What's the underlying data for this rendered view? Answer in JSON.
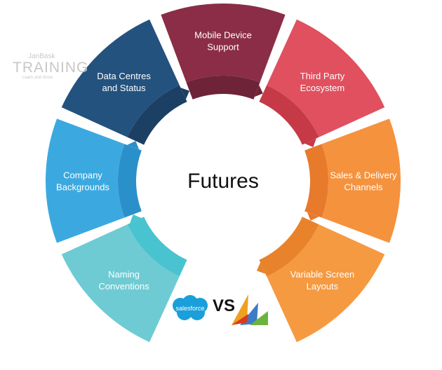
{
  "center_label": "Futures",
  "segments": [
    {
      "lines": [
        "Mobile Device",
        "Support"
      ],
      "color": "#8b2d47",
      "inner": "#6e2338"
    },
    {
      "lines": [
        "Third Party",
        "Ecosystem"
      ],
      "color": "#e0505f",
      "inner": "#c63a48"
    },
    {
      "lines": [
        "Sales & Delivery",
        "Channels"
      ],
      "color": "#f5923e",
      "inner": "#e87a2c"
    },
    {
      "lines": [
        "Variable Screen",
        "Layouts"
      ],
      "color": "#f59a40",
      "inner": "#e8832c"
    },
    {
      "lines": [
        "Naming",
        "Conventions"
      ],
      "color": "#6ecbd4",
      "inner": "#4ac3d0"
    },
    {
      "lines": [
        "Company",
        "Backgrounds"
      ],
      "color": "#3ba9e0",
      "inner": "#2a90c9"
    },
    {
      "lines": [
        "Data Centres",
        "and Status"
      ],
      "color": "#24527e",
      "inner": "#1c4064"
    }
  ],
  "watermark": {
    "top": "JanBask",
    "main": "TRAINING",
    "tagline": "Learn and Grow"
  },
  "logos": {
    "left": "salesforce",
    "vs": "VS",
    "right": "dynamics-logo"
  }
}
